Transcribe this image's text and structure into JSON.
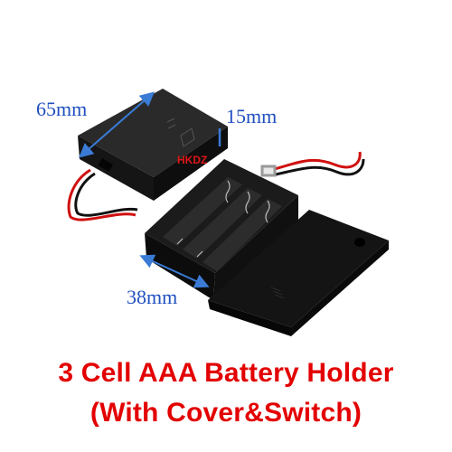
{
  "dimensions": {
    "length": "65mm",
    "height": "15mm",
    "width": "38mm"
  },
  "brand_mark": "HKDZ",
  "caption": {
    "line1": "3 Cell AAA Battery Holder",
    "line2": "(With Cover&Switch)"
  },
  "colors": {
    "caption": "#e30000",
    "dimension_text": "#1f4fbf",
    "product": "#101010",
    "wire_red": "#d01010",
    "wire_black": "#111111"
  }
}
